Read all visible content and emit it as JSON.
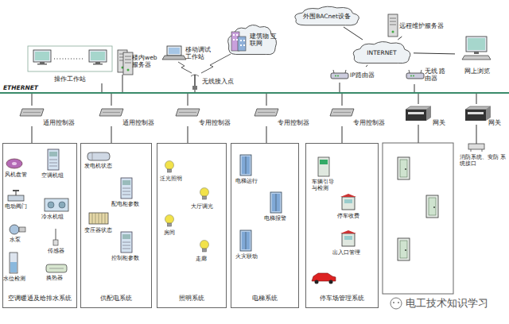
{
  "diagram": {
    "nodes": [
      {
        "text": [
          "操作工作站"
        ]
      },
      {
        "text": [
          "楼内web 服务器"
        ]
      },
      {
        "text": [
          "移动调试 工作站"
        ]
      },
      {
        "text": [
          "无线接入点"
        ]
      },
      {
        "text": [
          "建筑物 互联网"
        ]
      },
      {
        "text": [
          "外围BACnet设备"
        ]
      },
      {
        "text": [
          "远程维护服务器"
        ]
      },
      {
        "text": [
          "INTERNET"
        ]
      },
      {
        "text": [
          "网上浏览"
        ]
      },
      {
        "text": [
          "IP路由器"
        ]
      },
      {
        "text": [
          "无线 路由器"
        ]
      },
      {
        "text": [
          "ETHERNET"
        ]
      },
      {
        "text": [
          "通用控制器"
        ]
      },
      {
        "text": [
          "通用控制器"
        ]
      },
      {
        "text": [
          "专用控制器"
        ]
      },
      {
        "text": [
          "专用控制器"
        ]
      },
      {
        "text": [
          "专用控制器"
        ]
      },
      {
        "text": [
          "网关"
        ]
      },
      {
        "text": [
          "网关"
        ]
      },
      {
        "text": [
          "空调暖通及给排水系统"
        ]
      },
      {
        "text": [
          "供配电系统"
        ]
      },
      {
        "text": [
          "照明系统"
        ]
      },
      {
        "text": [
          "电梯系统"
        ]
      },
      {
        "text": [
          "停车场管理系统"
        ]
      }
    ],
    "edges": [
      {
        "from": 0,
        "to": 11,
        "arrow": "none"
      },
      {
        "from": 1,
        "to": 11,
        "arrow": "none"
      },
      {
        "from": 3,
        "to": 11,
        "arrow": "none"
      },
      {
        "from": 9,
        "to": 11,
        "arrow": "none"
      },
      {
        "from": 10,
        "to": 11,
        "arrow": "none"
      },
      {
        "from": 9,
        "to": 7,
        "arrow": "none"
      },
      {
        "from": 10,
        "to": 7,
        "arrow": "none"
      },
      {
        "from": 7,
        "to": 5,
        "arrow": "none"
      },
      {
        "from": 7,
        "to": 6,
        "arrow": "none"
      },
      {
        "from": 7,
        "to": 8,
        "arrow": "none"
      },
      {
        "from": 11,
        "to": 12,
        "arrow": "none"
      },
      {
        "from": 11,
        "to": 13,
        "arrow": "none"
      },
      {
        "from": 11,
        "to": 14,
        "arrow": "none"
      },
      {
        "from": 11,
        "to": 15,
        "arrow": "none"
      },
      {
        "from": 11,
        "to": 16,
        "arrow": "none"
      },
      {
        "from": 11,
        "to": 17,
        "arrow": "none"
      },
      {
        "from": 11,
        "to": 18,
        "arrow": "none"
      },
      {
        "from": 12,
        "to": 19,
        "arrow": "none"
      },
      {
        "from": 13,
        "to": 20,
        "arrow": "none"
      },
      {
        "from": 14,
        "to": 21,
        "arrow": "none"
      },
      {
        "from": 15,
        "to": 22,
        "arrow": "none"
      },
      {
        "from": 16,
        "to": 23,
        "arrow": "none"
      }
    ],
    "labels": [
      "风机盘管",
      "空调机组",
      "电动阀门",
      "冷水机组",
      "水泵",
      "传感器",
      "水位检测",
      "换热器",
      "发电机状态",
      "配电柜参数",
      "变压器状态",
      "控制柜参数",
      "泛光照明",
      "大厅调光",
      "房间",
      "走廊",
      "电梯运行",
      "电梯报警",
      "火灾联动",
      "车辆引导 与检测",
      "停车收费",
      "出入口管理",
      "消防系统、安防 系统接口",
      "电工技术知识学习"
    ]
  }
}
